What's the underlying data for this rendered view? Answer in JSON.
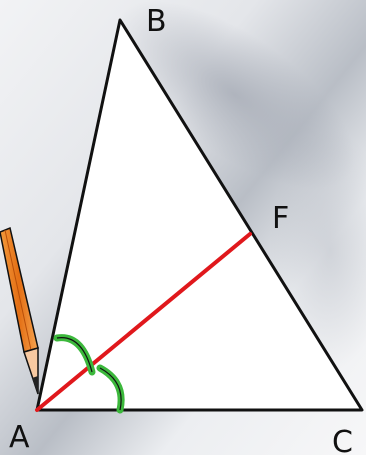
{
  "diagram": {
    "vertices": {
      "a": "A",
      "b": "B",
      "c": "C",
      "f": "F"
    },
    "colors": {
      "background_light": "#f4f5f7",
      "background_shade": "#a9aeb8",
      "triangle_fill": "#ffffff",
      "triangle_stroke": "#111111",
      "bisector": "#e0181c",
      "angle_marks": "#3cb83c",
      "pencil_body": "#ee7a1e",
      "pencil_tip": "#f7c9a1"
    },
    "icons": [
      "pencil-icon"
    ]
  }
}
